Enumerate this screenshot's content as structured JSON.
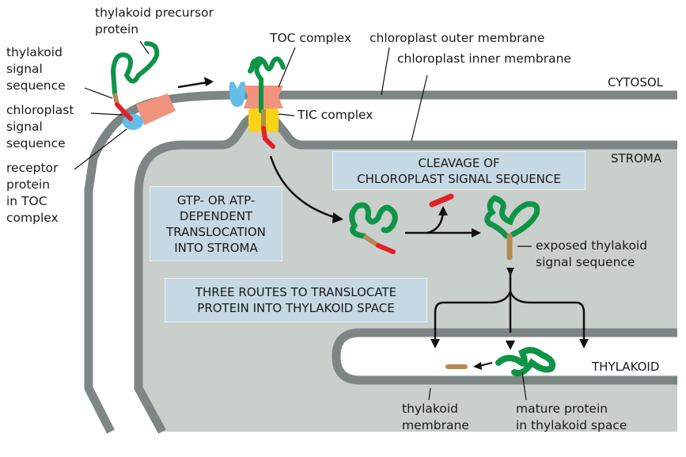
{
  "figure": {
    "title": "Thylakoid protein import into chloroplast",
    "regions": {
      "cytosol": "CYTOSOL",
      "stroma": "STROMA",
      "thylakoid": "THYLAKOID"
    },
    "labels": {
      "precursor": "thylakoid precursor\nprotein",
      "thylakoid_signal": "thylakoid\nsignal\nsequence",
      "chloroplast_signal": "chloroplast\nsignal\nsequence",
      "receptor": "receptor\nprotein\nin TOC\ncomplex",
      "toc": "TOC complex",
      "tic": "TIC complex",
      "outer_membrane": "chloroplast outer membrane",
      "inner_membrane": "chloroplast inner membrane",
      "exposed_signal": "exposed thylakoid\nsignal sequence",
      "thylakoid_membrane": "thylakoid\nmembrane",
      "mature_protein": "mature protein\nin thylakoid space"
    },
    "step_boxes": {
      "translocation": "GTP- OR ATP-\nDEPENDENT\nTRANSLOCATION\nINTO STROMA",
      "cleavage": "CLEAVAGE OF\nCHLOROPLAST SIGNAL SEQUENCE",
      "three_routes": "THREE ROUTES TO TRANSLOCATE\nPROTEIN INTO THYLAKOID SPACE"
    },
    "colors": {
      "membrane": "#7d8684",
      "stroma": "#c9cfcb",
      "protein": "#0f9447",
      "thylakoid_signal": "#b58a52",
      "chloroplast_signal": "#e32027",
      "toc": "#f0937c",
      "tic": "#f8d316",
      "receptor": "#62bde9",
      "step_box": "#c5d8e3"
    }
  }
}
